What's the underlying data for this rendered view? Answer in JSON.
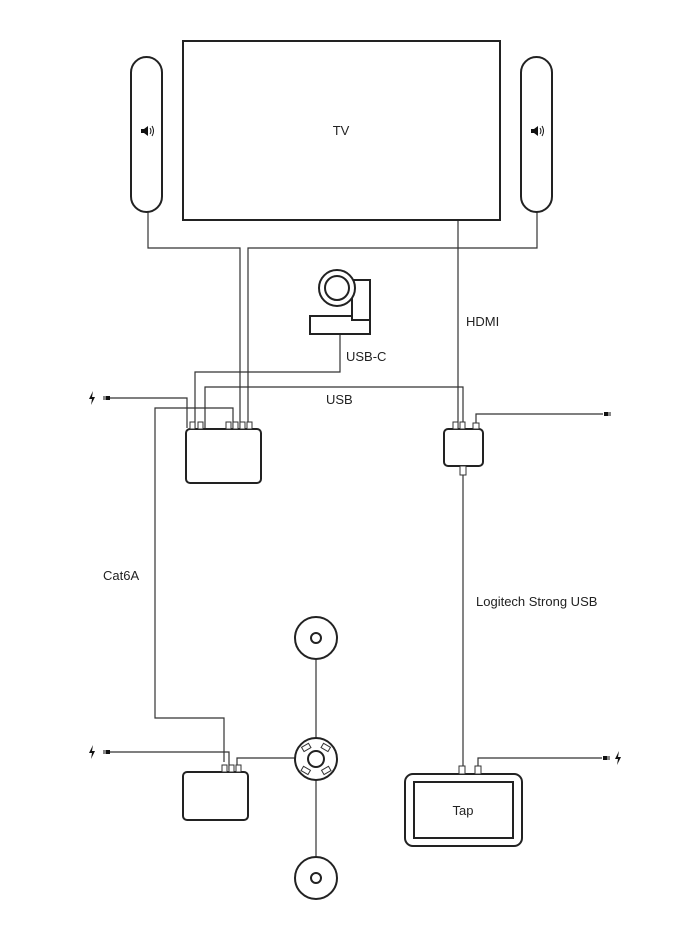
{
  "labels": {
    "tv": "TV",
    "hdmi": "HDMI",
    "usb_c": "USB-C",
    "usb": "USB",
    "cat6a": "Cat6A",
    "strong_usb": "Logitech Strong USB",
    "tap": "Tap"
  },
  "icons": {
    "speaker": "speaker-icon",
    "power": "power-bolt-icon",
    "plug": "power-plug-icon"
  },
  "colors": {
    "line": "#333333",
    "device": "#222222",
    "background": "#ffffff"
  }
}
